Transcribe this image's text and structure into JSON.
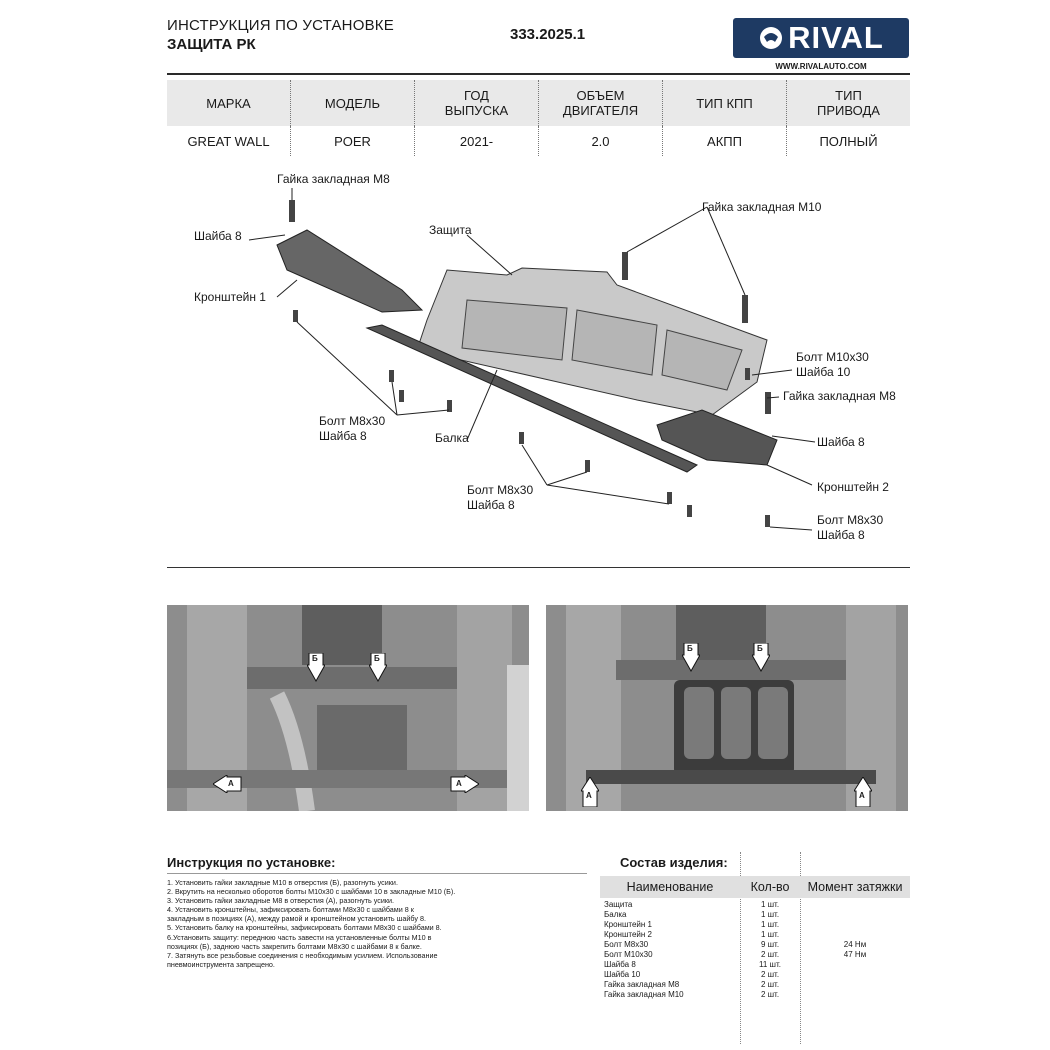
{
  "header": {
    "title_line1": "ИНСТРУКЦИЯ ПО УСТАНОВКЕ",
    "title_line2": "ЗАЩИТА РК",
    "doc_number": "333.2025.1",
    "logo_text": "RIVAL",
    "website": "WWW.RIVALAUTO.COM"
  },
  "spec_table": {
    "headers": [
      "МАРКА",
      "МОДЕЛЬ",
      "ГОД\nВЫПУСКА",
      "ОБЪЕМ\nДВИГАТЕЛЯ",
      "ТИП КПП",
      "ТИП\nПРИВОДА"
    ],
    "values": [
      "GREAT WALL",
      "POER",
      "2021-",
      "2.0",
      "АКПП",
      "ПОЛНЫЙ"
    ]
  },
  "diagram": {
    "labels": {
      "nut_m8_top": "Гайка закладная М8",
      "washer8_top": "Шайба 8",
      "bracket1": "Кронштейн 1",
      "guard": "Защита",
      "nut_m10": "Гайка закладная М10",
      "bolt_m10": "Болт М10х30\nШайба 10",
      "nut_m8_right": "Гайка закладная М8",
      "washer8_right": "Шайба 8",
      "bracket2": "Кронштейн 2",
      "bolt_left": "Болт М8х30\nШайба 8",
      "beam": "Балка",
      "bolt_mid": "Болт М8х30\nШайба 8",
      "bolt_right": "Болт М8х30\nШайба 8"
    }
  },
  "photos": {
    "marker_a": "А",
    "marker_b": "Б"
  },
  "instructions": {
    "title": "Инструкция по установке:",
    "text": "1. Установить гайки закладные М10 в отверстия (Б), разогнуть усики.\n2. Вкрутить на несколько оборотов болты М10х30 с шайбами 10 в закладные М10 (Б).\n3. Установить гайки закладные М8 в отверстия (А), разогнуть усики.\n4. Установить кронштейны, зафиксировать болтами М8х30 с шайбами 8 к\nзакладным в позициях (А), между рамой и кронштейном установить шайбу 8.\n5. Установить балку на кронштейны, зафиксировать болтами М8х30 с шайбами 8.\n6.Установить защиту: переднюю часть завести на установленные болты М10 в\nпозициях (Б), заднюю часть закрепить болтами М8х30 с шайбами 8 к балке.\n7. Затянуть все резьбовые соединения с необходимым усилием. Использование\nпневмоинструмента запрещено."
  },
  "components": {
    "title": "Состав изделия:",
    "headers": [
      "Наименование",
      "Кол-во",
      "Момент затяжки"
    ],
    "rows": [
      {
        "name": "Защита",
        "qty": "1 шт.",
        "torque": ""
      },
      {
        "name": "Балка",
        "qty": "1 шт.",
        "torque": ""
      },
      {
        "name": "Кронштейн 1",
        "qty": "1 шт.",
        "torque": ""
      },
      {
        "name": "Кронштейн 2",
        "qty": "1 шт.",
        "torque": ""
      },
      {
        "name": "Болт М8х30",
        "qty": "9 шт.",
        "torque": "24 Нм"
      },
      {
        "name": "Болт М10х30",
        "qty": "2 шт.",
        "torque": "47 Нм"
      },
      {
        "name": "Шайба 8",
        "qty": "11 шт.",
        "torque": ""
      },
      {
        "name": "Шайба 10",
        "qty": "2 шт.",
        "torque": ""
      },
      {
        "name": "Гайка закладная М8",
        "qty": "2 шт.",
        "torque": ""
      },
      {
        "name": "Гайка закладная М10",
        "qty": "2 шт.",
        "torque": ""
      }
    ]
  }
}
